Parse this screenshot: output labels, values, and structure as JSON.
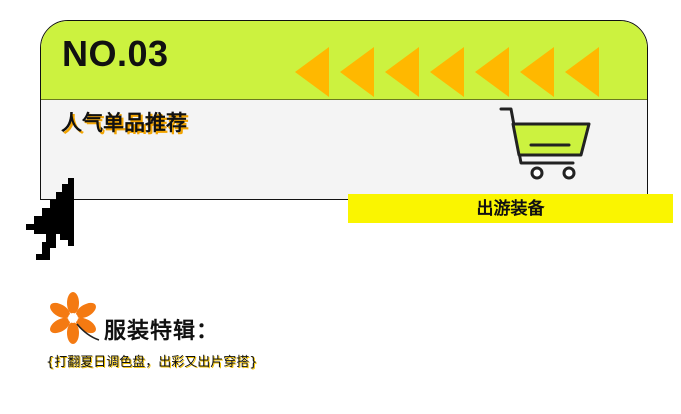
{
  "card": {
    "number": "NO.03",
    "subtitle": "人气单品推荐",
    "tag": "出游装备"
  },
  "section": {
    "title": "服装特辑：",
    "description": "{打翻夏日调色盘，出彩又出片穿搭}"
  },
  "icons": {
    "arrows": "triangle-left-icon",
    "cart": "shopping-cart-icon",
    "cursor": "pixel-cursor-icon",
    "flower": "flower-icon"
  },
  "colors": {
    "header_bg": "#ccf23f",
    "card_bg": "#f4f4f4",
    "arrow": "#ffb800",
    "tag_bg": "#faf500",
    "flower": "#f47a12",
    "cart_fill": "#ccf23f"
  }
}
